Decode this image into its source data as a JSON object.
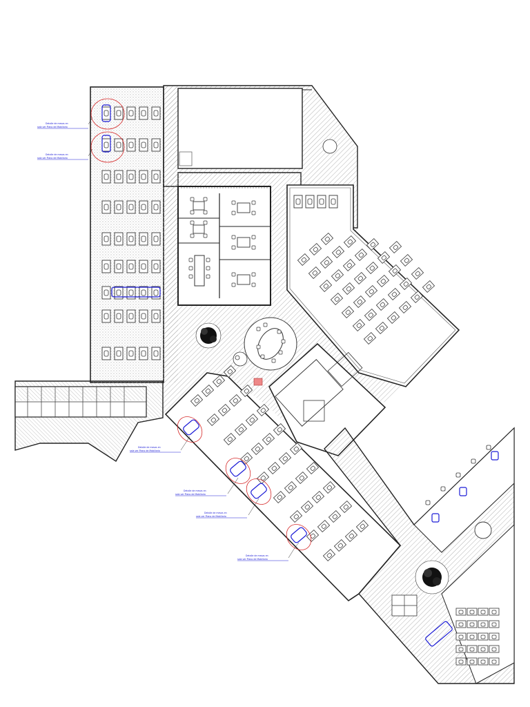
{
  "colors": {
    "wall": "#222222",
    "hatch": "#9a9a9a",
    "furniture": "#333333",
    "accent_blue": "#1a1ad6",
    "accent_red": "#d62a2a",
    "tree": "#111111"
  },
  "annotations": [
    {
      "line1": "Detalle de mesas en",
      "line2": "sala ver Plano de Mobiliario"
    },
    {
      "line1": "Detalle de mesas en",
      "line2": "sala ver Plano de Mobiliario"
    },
    {
      "line1": "Detalle de mesas en",
      "line2": "sala ver Plano de Mobiliario"
    },
    {
      "line1": "Detalle de mesas en",
      "line2": "sala ver Plano de Mobiliario"
    },
    {
      "line1": "Detalle de mesas en",
      "line2": "sala ver Plano de Mobiliario"
    },
    {
      "line1": "Detalle de mesas en",
      "line2": "sala ver Plano de Mobiliario"
    }
  ]
}
